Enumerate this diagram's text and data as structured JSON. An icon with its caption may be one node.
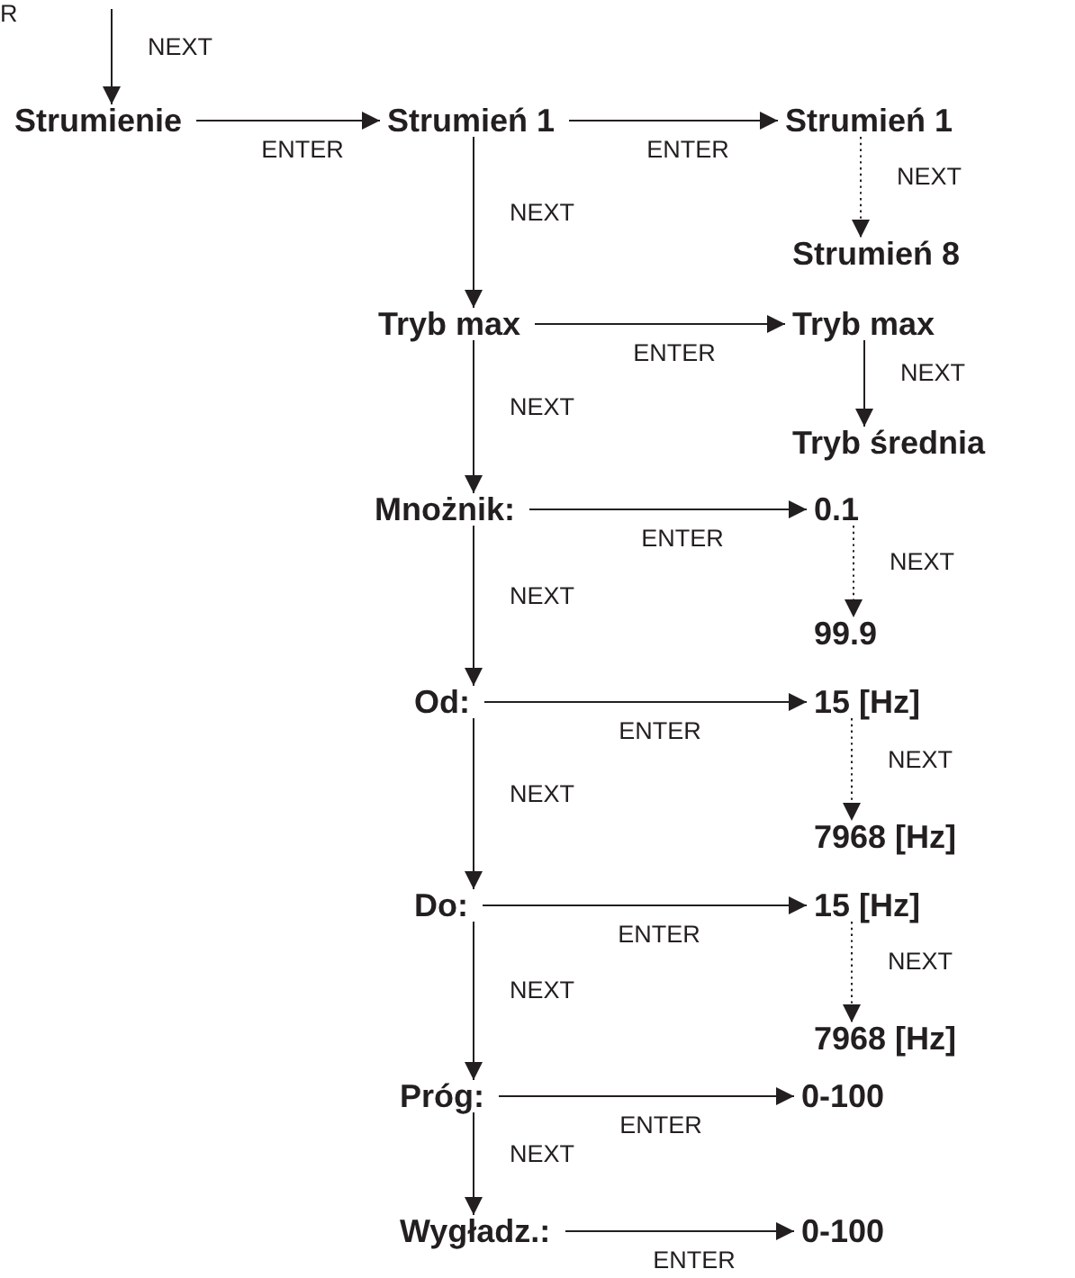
{
  "diagram": {
    "nodes": [
      {
        "text": [
          "Strumienie"
        ]
      },
      {
        "text": [
          "Strumień 1"
        ]
      },
      {
        "text": [
          "Strumień 1"
        ]
      },
      {
        "text": [
          "Strumień 8"
        ]
      },
      {
        "text": [
          "Tryb max"
        ]
      },
      {
        "text": [
          "Tryb max"
        ]
      },
      {
        "text": [
          "Tryb średnia"
        ]
      },
      {
        "text": [
          "Mnożnik:"
        ]
      },
      {
        "text": [
          "0.1"
        ]
      },
      {
        "text": [
          "99.9"
        ]
      },
      {
        "text": [
          "Od:"
        ]
      },
      {
        "text": [
          "15 [Hz]"
        ]
      },
      {
        "text": [
          "7968 [Hz]"
        ]
      },
      {
        "text": [
          "Do:"
        ]
      },
      {
        "text": [
          "15 [Hz]"
        ]
      },
      {
        "text": [
          "7968 [Hz]"
        ]
      },
      {
        "text": [
          "Próg:"
        ]
      },
      {
        "text": [
          "0-100"
        ]
      },
      {
        "text": [
          "Wygładz.:"
        ]
      },
      {
        "text": [
          "0-100"
        ]
      }
    ],
    "edges": [
      {
        "from": null,
        "to": 0,
        "arrow": "to",
        "label": "NEXT"
      },
      {
        "from": 0,
        "to": 1,
        "arrow": "to",
        "label": "ENTER"
      },
      {
        "from": 1,
        "to": 2,
        "arrow": "to",
        "label": "ENTER"
      },
      {
        "from": 2,
        "to": 3,
        "arrow": "to",
        "label": "NEXT",
        "style": "dashed"
      },
      {
        "from": 1,
        "to": 4,
        "arrow": "to",
        "label": "NEXT"
      },
      {
        "from": 4,
        "to": 5,
        "arrow": "to",
        "label": "ENTER"
      },
      {
        "from": 5,
        "to": 6,
        "arrow": "to",
        "label": "NEXT"
      },
      {
        "from": 4,
        "to": 7,
        "arrow": "to",
        "label": "NEXT"
      },
      {
        "from": 7,
        "to": 8,
        "arrow": "to",
        "label": "ENTER"
      },
      {
        "from": 8,
        "to": 9,
        "arrow": "to",
        "label": "NEXT",
        "style": "dashed"
      },
      {
        "from": 7,
        "to": 10,
        "arrow": "to",
        "label": "NEXT"
      },
      {
        "from": 10,
        "to": 11,
        "arrow": "to",
        "label": "ENTER"
      },
      {
        "from": 11,
        "to": 12,
        "arrow": "to",
        "label": "NEXT",
        "style": "dashed"
      },
      {
        "from": 10,
        "to": 13,
        "arrow": "to",
        "label": "NEXT"
      },
      {
        "from": 13,
        "to": 14,
        "arrow": "to",
        "label": "ENTER"
      },
      {
        "from": 14,
        "to": 15,
        "arrow": "to",
        "label": "NEXT",
        "style": "dashed"
      },
      {
        "from": 13,
        "to": 16,
        "arrow": "to",
        "label": "NEXT"
      },
      {
        "from": 16,
        "to": 17,
        "arrow": "to",
        "label": "ENTER"
      },
      {
        "from": 16,
        "to": 18,
        "arrow": "to",
        "label": "NEXT"
      },
      {
        "from": 18,
        "to": 19,
        "arrow": "to",
        "label": "ENTER"
      }
    ],
    "labels": [
      "R"
    ]
  }
}
